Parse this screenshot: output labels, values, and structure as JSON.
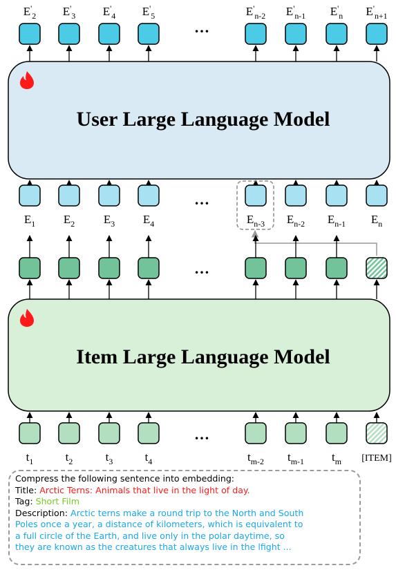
{
  "user_model": {
    "title": "User Large Language Model",
    "outputs": [
      {
        "base": "E",
        "prime": "'",
        "sub": "2"
      },
      {
        "base": "E",
        "prime": "'",
        "sub": "3"
      },
      {
        "base": "E",
        "prime": "'",
        "sub": "4"
      },
      {
        "base": "E",
        "prime": "'",
        "sub": "5"
      },
      {
        "base": "E",
        "prime": "'",
        "sub": "n-2"
      },
      {
        "base": "E",
        "prime": "'",
        "sub": "n-1"
      },
      {
        "base": "E",
        "prime": "'",
        "sub": "n"
      },
      {
        "base": "E",
        "prime": "'",
        "sub": "n+1"
      }
    ],
    "inputs": [
      {
        "base": "E",
        "sub": "1"
      },
      {
        "base": "E",
        "sub": "2"
      },
      {
        "base": "E",
        "sub": "3"
      },
      {
        "base": "E",
        "sub": "4"
      },
      {
        "base": "E",
        "sub": "n-3"
      },
      {
        "base": "E",
        "sub": "n-2"
      },
      {
        "base": "E",
        "sub": "n-1"
      },
      {
        "base": "E",
        "sub": "n"
      }
    ],
    "ellipsis": "…"
  },
  "item_model": {
    "title": "Item Large Language Model",
    "inputs": [
      {
        "base": "t",
        "sub": "1"
      },
      {
        "base": "t",
        "sub": "2"
      },
      {
        "base": "t",
        "sub": "3"
      },
      {
        "base": "t",
        "sub": "4"
      },
      {
        "base": "t",
        "sub": "m-2"
      },
      {
        "base": "t",
        "sub": "m-1"
      },
      {
        "base": "t",
        "sub": "m"
      },
      {
        "base": "[ITEM]",
        "sub": ""
      }
    ],
    "ellipsis": "…"
  },
  "prompt": {
    "intro": "Compress the following sentence into embedding:",
    "title_label": "Title:",
    "title_value": "Arctic Terns: Animals that live in the light of day.",
    "tag_label": "Tag:",
    "tag_value": "Short Film",
    "description_label": "Description:",
    "description_lines": [
      "Arctic terns make a round trip to the North and South",
      "Poles once a year, a distance of kilometers, which is equivalent to",
      "a full circle of the Earth, and live only in the polar daytime, so",
      "they are known as the creatures that always live in the lfight ..."
    ]
  },
  "colors": {
    "user_model_fill": "#d9eaf5",
    "item_model_fill": "#d8f0d8",
    "output_token": "#4ccbe6",
    "embedding_token": "#a8e2f2",
    "item_output_token": "#72c39a",
    "item_input_token": "#b2dfc0",
    "title_value": "#ff1a1a",
    "tag_value": "#77cc22",
    "description": "#1ba7e6",
    "flame": "#ff1a1a"
  },
  "icons": {
    "model_badge": "flame-icon"
  }
}
